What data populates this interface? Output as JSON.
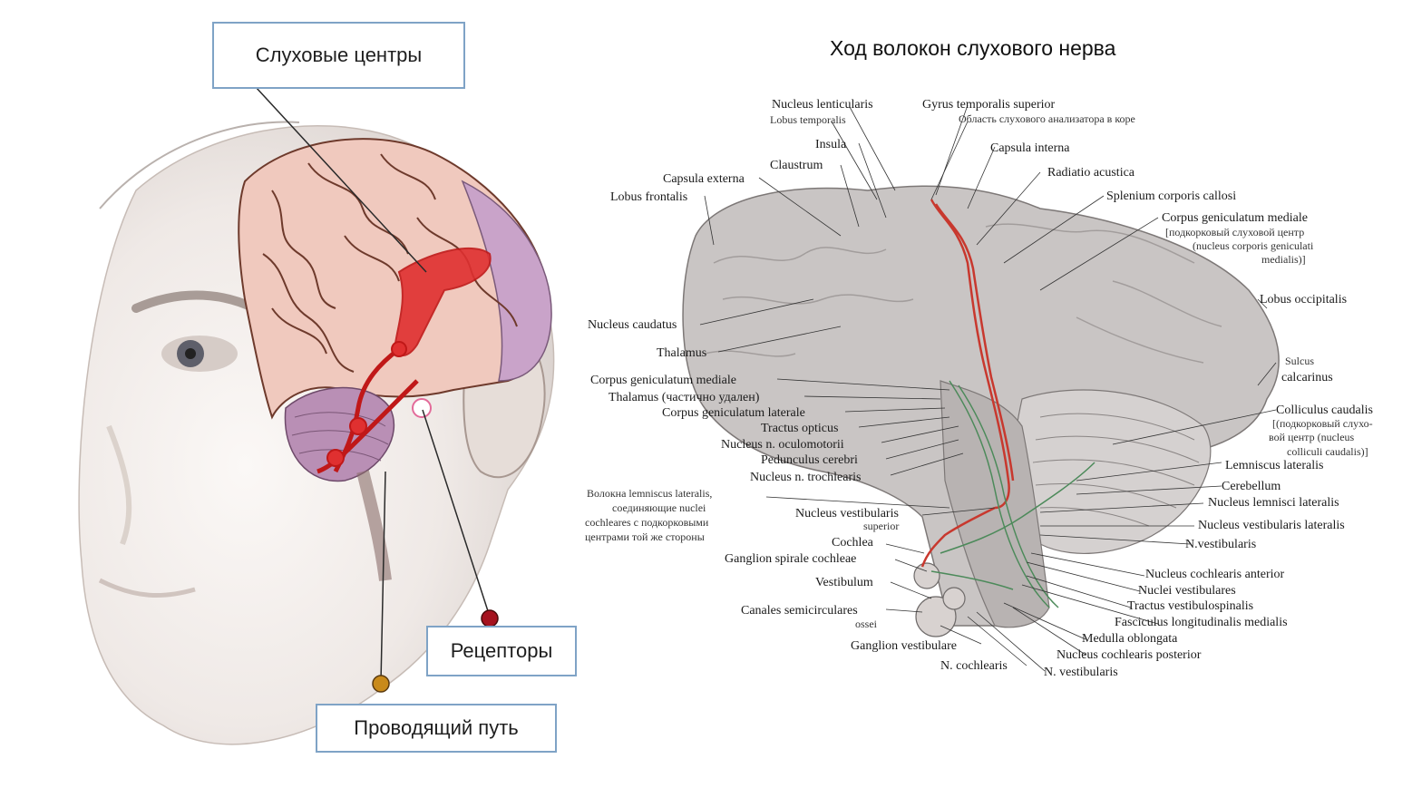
{
  "left_panel": {
    "callouts": {
      "auditory_centers": "Слуховые центры",
      "receptors": "Рецепторы",
      "conducting_path": "Проводящий путь"
    }
  },
  "right_panel": {
    "title": "Ход волокон слухового нерва",
    "labels": {
      "nucleus_lenticularis": "Nucleus lenticularis",
      "lobus_temporalis": "Lobus temporalis",
      "gyrus_temporalis_superior": "Gyrus temporalis superior",
      "oblast_slukhovogo": "Область слухового анализатора в коре",
      "insula": "Insula",
      "capsula_interna": "Capsula interna",
      "claustrum": "Claustrum",
      "radiatio_acustica": "Radiatio acustica",
      "capsula_externa": "Capsula externa",
      "splenium": "Splenium corporis callosi",
      "lobus_frontalis": "Lobus frontalis",
      "cgm_top_1": "Corpus geniculatum mediale",
      "cgm_top_2": "[подкорковый слуховой центр",
      "cgm_top_3": "(nucleus corporis geniculati",
      "cgm_top_4": "medialis)]",
      "lobus_occipitalis": "Lobus occipitalis",
      "nucleus_caudatus": "Nucleus caudatus",
      "thalamus": "Thalamus",
      "sulcus_1": "Sulcus",
      "sulcus_2": "calcarinus",
      "cgm_left": "Corpus geniculatum mediale",
      "thalamus_partial": "Thalamus (частично удален)",
      "cgl": "Corpus geniculatum laterale",
      "tractus_opticus": "Tractus opticus",
      "nucleus_oculomotorii": "Nucleus n. oculomotorii",
      "pedunculus": "Pedunculus cerebri",
      "nucleus_trochlearis": "Nucleus n. trochlearis",
      "colliculus_1": "Colliculus caudalis",
      "colliculus_2": "[(подкорковый слухо-",
      "colliculus_3": "вой центр (nucleus",
      "colliculus_4": "colliculi caudalis)]",
      "lemniscus_lateralis": "Lemniscus lateralis",
      "volokna_1": "Волокна lemniscus lateralis,",
      "volokna_2": "соединяющие nuclei",
      "volokna_3": "cochleares с подкорковыми",
      "volokna_4": "центрами той же стороны",
      "cerebellum": "Cerebellum",
      "nucleus_lemnisci": "Nucleus lemnisci lateralis",
      "nvs_1": "Nucleus vestibularis",
      "nvs_2": "superior",
      "nucleus_vest_lat": "Nucleus vestibularis lateralis",
      "cochlea": "Cochlea",
      "n_vestibularis_r": "N.vestibularis",
      "ganglion_spirale": "Ganglion spirale cochleae",
      "vestibulum": "Vestibulum",
      "nucleus_cochlearis_ant": "Nucleus cochlearis anterior",
      "nuclei_vestibulares": "Nuclei vestibulares",
      "canales_1": "Canales semicirculares",
      "canales_2": "ossei",
      "tractus_vestibulospinalis": "Tractus vestibulospinalis",
      "fasciculus": "Fasciculus longitudinalis medialis",
      "medulla": "Medulla oblongata",
      "ganglion_vestibulare": "Ganglion vestibulare",
      "nucleus_cochlearis_post": "Nucleus cochlearis posterior",
      "n_cochlearis": "N. cochlearis",
      "n_vestibularis_b": "N. vestibularis"
    }
  }
}
